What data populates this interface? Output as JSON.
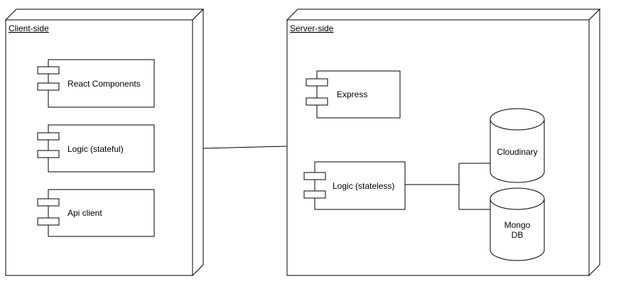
{
  "client_node": {
    "label": "Client-side",
    "components": [
      {
        "label": "React Components"
      },
      {
        "label": "Logic (stateful)"
      },
      {
        "label": "Api client"
      }
    ]
  },
  "server_node": {
    "label": "Server-side",
    "components": [
      {
        "label": "Express"
      },
      {
        "label": "Logic (stateless)"
      }
    ],
    "databases": [
      {
        "label_lines": [
          "Cloudinary"
        ]
      },
      {
        "label_lines": [
          "Mongo",
          "DB"
        ]
      }
    ]
  },
  "colors": {
    "stroke": "#000000",
    "fill": "#ffffff"
  }
}
